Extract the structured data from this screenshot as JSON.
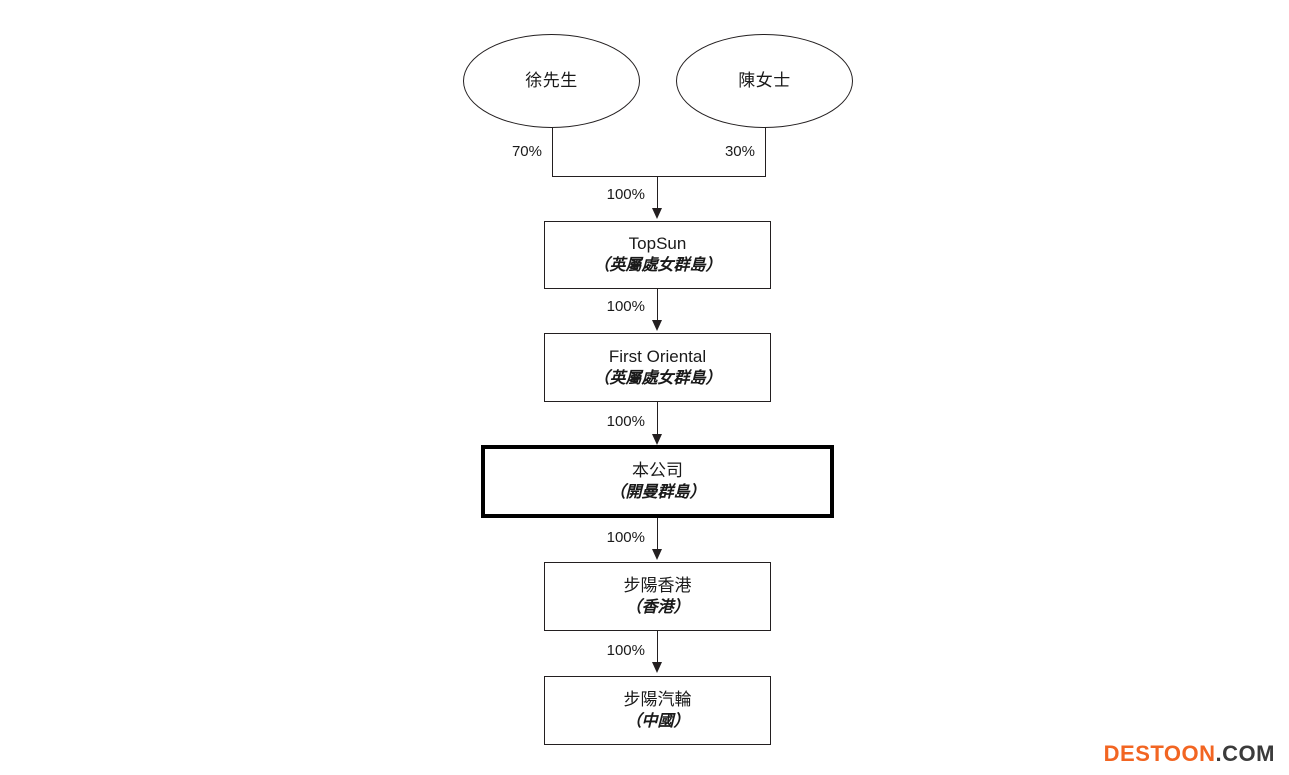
{
  "chart_data": {
    "type": "diagram",
    "title": "Corporate shareholding structure chart",
    "nodes": [
      {
        "id": "xu",
        "shape": "ellipse",
        "title": "徐先生",
        "subtitle": "",
        "emphasis": false
      },
      {
        "id": "chen",
        "shape": "ellipse",
        "title": "陳女士",
        "subtitle": "",
        "emphasis": false
      },
      {
        "id": "topsun",
        "shape": "box",
        "title": "TopSun",
        "subtitle": "（英屬處女群島）",
        "emphasis": false
      },
      {
        "id": "first",
        "shape": "box",
        "title": "First Oriental",
        "subtitle": "（英屬處女群島）",
        "emphasis": false
      },
      {
        "id": "company",
        "shape": "box",
        "title": "本公司",
        "subtitle": "（開曼群島）",
        "emphasis": true
      },
      {
        "id": "buyang_hk",
        "shape": "box",
        "title": "步陽香港",
        "subtitle": "（香港）",
        "emphasis": false
      },
      {
        "id": "buyang_turb",
        "shape": "box",
        "title": "步陽汽輪",
        "subtitle": "（中國）",
        "emphasis": false
      }
    ],
    "edges": [
      {
        "from": "xu",
        "to": "topsun",
        "label": "70%"
      },
      {
        "from": "chen",
        "to": "topsun",
        "label": "30%"
      },
      {
        "from": "merge",
        "to": "topsun",
        "label": "100%"
      },
      {
        "from": "topsun",
        "to": "first",
        "label": "100%"
      },
      {
        "from": "first",
        "to": "company",
        "label": "100%"
      },
      {
        "from": "company",
        "to": "buyang_hk",
        "label": "100%"
      },
      {
        "from": "buyang_hk",
        "to": "buyang_turb",
        "label": "100%"
      }
    ]
  },
  "nodes": {
    "xu": {
      "title": "徐先生"
    },
    "chen": {
      "title": "陳女士"
    },
    "topsun": {
      "title": "TopSun",
      "subtitle": "（英屬處女群島）"
    },
    "first": {
      "title": "First Oriental",
      "subtitle": "（英屬處女群島）"
    },
    "company": {
      "title": "本公司",
      "subtitle": "（開曼群島）"
    },
    "buyang_hk": {
      "title": "步陽香港",
      "subtitle": "（香港）"
    },
    "buyang_turb": {
      "title": "步陽汽輪",
      "subtitle": "（中國）"
    }
  },
  "labels": {
    "xu_share": "70%",
    "chen_share": "30%",
    "merge_to_topsun": "100%",
    "topsun_to_first": "100%",
    "first_to_company": "100%",
    "company_to_hk": "100%",
    "hk_to_turbine": "100%"
  },
  "watermark": {
    "brand": "DESTOON",
    "tld": ".COM"
  },
  "colors": {
    "line": "#231f20",
    "text": "#1a1a1a",
    "watermark_brand": "#f26522",
    "watermark_tld": "#3b3b3b",
    "background": "#ffffff"
  }
}
